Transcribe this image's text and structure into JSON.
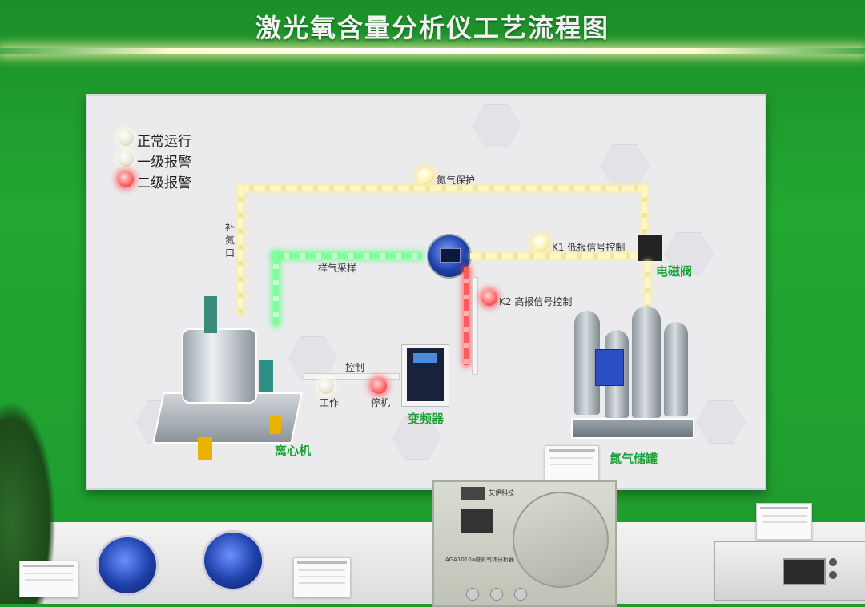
{
  "wall": {
    "title": "激光氧含量分析仪工艺流程图"
  },
  "legend": [
    {
      "label": "正常运行",
      "lamp": "white"
    },
    {
      "label": "一级报警",
      "lamp": "white"
    },
    {
      "label": "二级报警",
      "lamp": "red"
    }
  ],
  "diagram": {
    "nitrogen_protection": "氮气保护",
    "nitrogen_inlet": "补\n氮\n口",
    "sampling": "样气采样",
    "k1": "K1  低报信号控制",
    "k2": "K2  高报信号控制",
    "control": "控制",
    "work": "工作",
    "stop": "停机"
  },
  "equipment": {
    "centrifuge": "离心机",
    "inverter": "变频器",
    "solenoid_valve": "电磁阀",
    "nitrogen_tank": "氮气储罐"
  },
  "colors": {
    "wall_green": "#1f9d2f",
    "board": "#ebebee",
    "label_green": "#18a336",
    "alarm_red": "#ff5a5a",
    "sampling_green": "#7dff9a"
  },
  "products": {
    "analyzer_model": "AGA1010a磁氧气体分析器",
    "analyzer_brand": "艾伊科技"
  }
}
